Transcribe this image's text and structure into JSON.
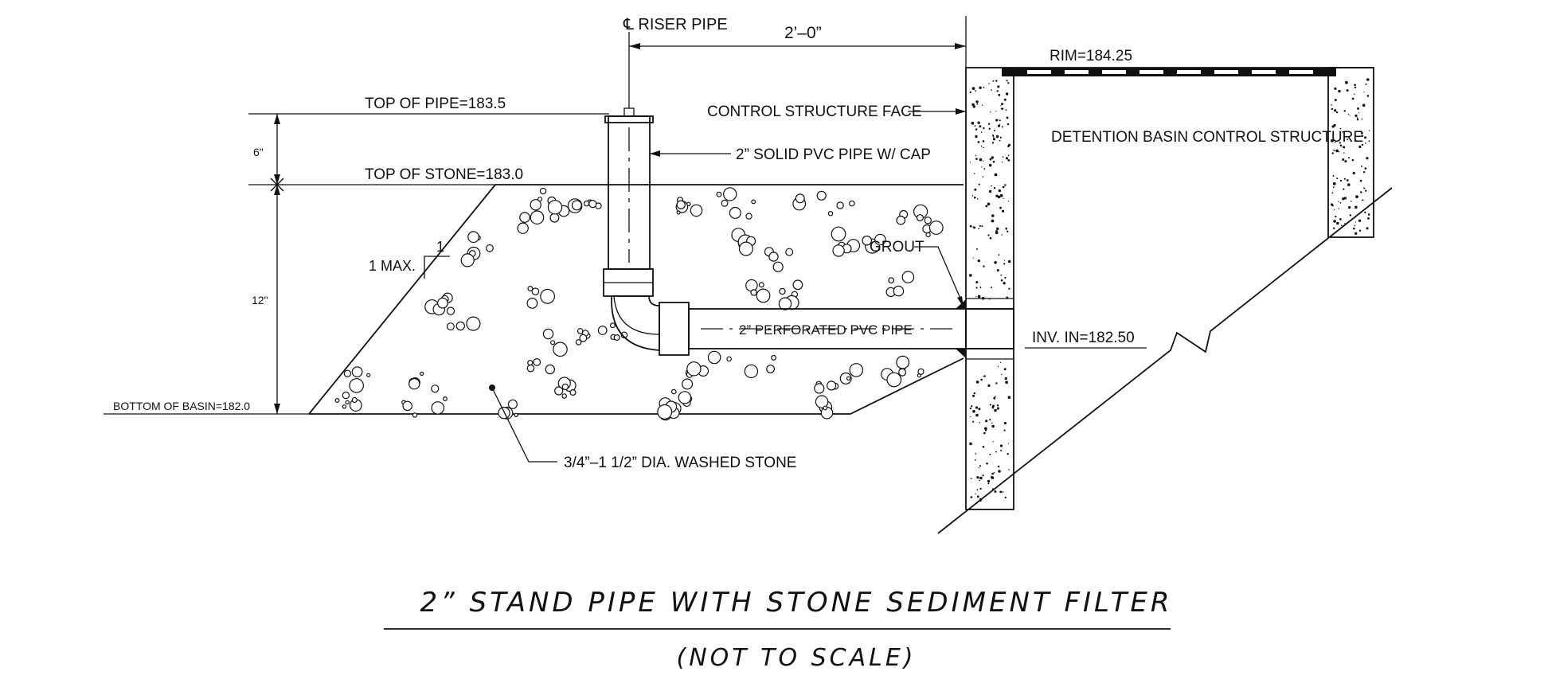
{
  "labels": {
    "riser_pipe": "℄ RISER PIPE",
    "dim_2ft": "2’–0”",
    "rim": "RIM=184.25",
    "top_of_pipe": "TOP OF PIPE=183.5",
    "control_face": "CONTROL STRUCTURE FACE",
    "detention_structure": "DETENTION BASIN CONTROL STRUCTURE",
    "dim_6in": "6\"",
    "solid_pvc": "2” SOLID PVC PIPE W/ CAP",
    "top_of_stone": "TOP OF STONE=183.0",
    "grout": "GROUT",
    "slope_1": "1",
    "slope_max": "1 MAX.",
    "dim_12in": "12\"",
    "perforated_pvc": "2” PERFORATED PVC PIPE",
    "inv_in": "INV. IN=182.50",
    "bottom_basin": "BOTTOM OF BASIN=182.0",
    "washed_stone": "3/4”–1 1/2” DIA. WASHED STONE"
  },
  "title": {
    "main": "2” STAND PIPE WITH STONE SEDIMENT FILTER",
    "sub": "(NOT TO SCALE)"
  }
}
